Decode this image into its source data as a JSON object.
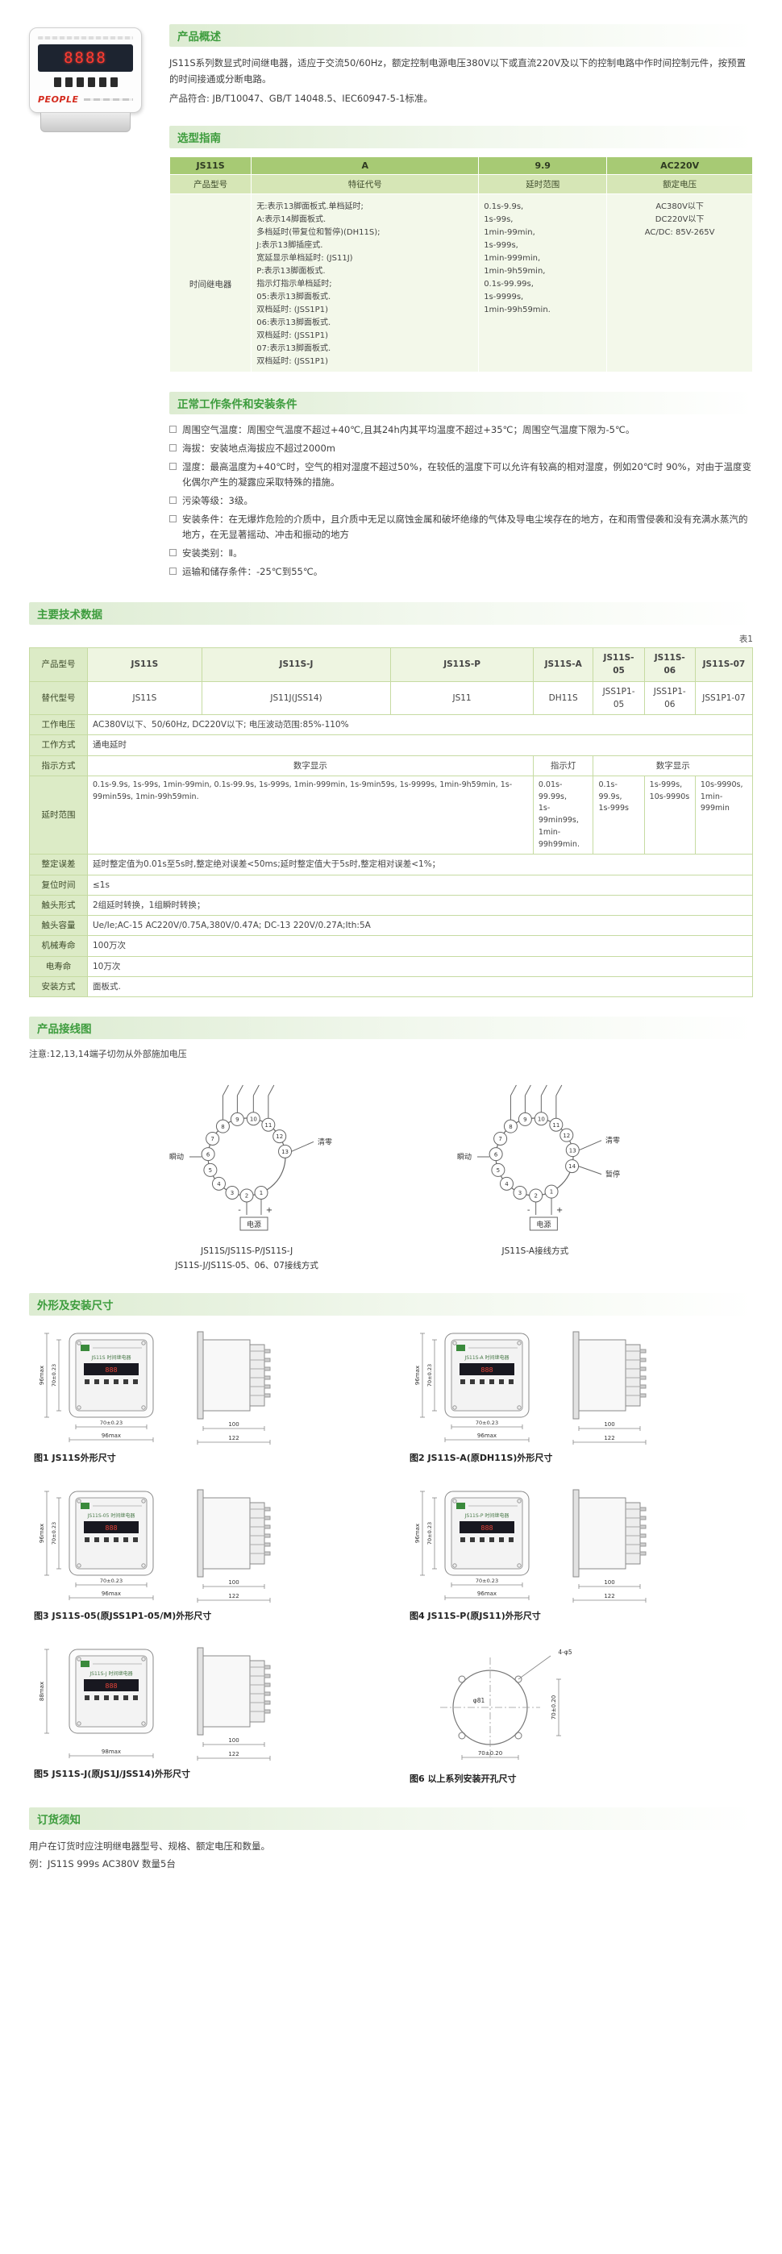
{
  "photo": {
    "brand": "PEOPLE",
    "display": "8888"
  },
  "overview": {
    "heading": "产品概述",
    "paragraph": "JS11S系列数显式时间继电器，适应于交流50/60Hz，额定控制电源电压380V以下或直流220V及以下的控制电路中作时间控制元件，按预置的时间接通或分断电路。",
    "paragraph2": "产品符合: JB/T10047、GB/T 14048.5、IEC60947-5-1标准。"
  },
  "selection": {
    "heading": "选型指南",
    "code_row": [
      "JS11S",
      "A",
      "9.9",
      "AC220V"
    ],
    "label_row": [
      "产品型号",
      "特征代号",
      "延时范围",
      "额定电压"
    ],
    "body": {
      "product": "时间继电器",
      "feature_code": "无:表示13脚面板式.单档延时;\nA:表示14脚面板式.\n多档延时(带复位和暂停)(DH11S);\nJ:表示13脚插座式.\n宽延显示单档延时: (JS11J)\nP:表示13脚面板式.\n指示灯指示单档延时;\n05:表示13脚面板式.\n双档延时: (JSS1P1)\n06:表示13脚面板式.\n双档延时: (JSS1P1)\n07:表示13脚面板式.\n双档延时: (JSS1P1)",
      "delay_range": "0.1s-9.9s,\n1s-99s,\n1min-99min,\n1s-999s,\n1min-999min,\n1min-9h59min,\n0.1s-99.99s,\n1s-9999s,\n1min-99h59min.",
      "rated_voltage": "AC380V以下\nDC220V以下\nAC/DC: 85V-265V"
    }
  },
  "conditions": {
    "heading": "正常工作条件和安装条件",
    "items": [
      "周围空气温度：周围空气温度不超过+40℃,且其24h内其平均温度不超过+35℃；周围空气温度下限为-5℃。",
      "海拔：安装地点海拔应不超过2000m",
      "湿度：最高温度为+40℃时，空气的相对湿度不超过50%，在较低的温度下可以允许有较高的相对湿度，例如20℃时 90%，对由于温度变化偶尔产生的凝露应采取特殊的措施。",
      "污染等级：3级。",
      "安装条件：在无爆炸危险的介质中，且介质中无足以腐蚀金属和破坏绝缘的气体及导电尘埃存在的地方，在和雨雪侵袭和没有充满水蒸汽的地方，在无显著摇动、冲击和振动的地方",
      "安装类别：Ⅱ。",
      "运输和储存条件：-25℃到55℃。"
    ]
  },
  "tech": {
    "heading": "主要技术数据",
    "table_label": "表1",
    "rows": [
      {
        "label": "产品型号",
        "cells": [
          "JS11S",
          "JS11S-J",
          "JS11S-P",
          "JS11S-A",
          "JS11S-05",
          "JS11S-06",
          "JS11S-07"
        ]
      },
      {
        "label": "替代型号",
        "cells": [
          "JS11S",
          "JS11J(JSS14)",
          "JS11",
          "DH11S",
          "JSS1P1-05",
          "JSS1P1-06",
          "JSS1P1-07"
        ]
      },
      {
        "label": "工作电压",
        "cells": [
          "AC380V以下、50/60Hz, DC220V以下; 电压波动范围:85%-110%"
        ]
      },
      {
        "label": "工作方式",
        "cells": [
          "通电延时"
        ]
      },
      {
        "label": "指示方式",
        "cells": [
          "数字显示",
          "指示灯",
          "数字显示"
        ]
      },
      {
        "label": "延时范围",
        "cells": [
          "0.1s-9.9s, 1s-99s, 1min-99min, 0.1s-99.9s, 1s-999s, 1min-999min, 1s-9min59s, 1s-9999s, 1min-9h59min, 1s-99min59s, 1min-99h59min.",
          "0.01s-99.99s,\n1s-99min99s,\n1min-\n99h99min.",
          "0.1s-99.9s,\n1s-999s",
          "1s-999s,\n10s-9990s",
          "10s-9990s,\n1min-999min"
        ]
      },
      {
        "label": "整定误差",
        "cells": [
          "延时整定值为0.01s至5s时,整定绝对误差<50ms;延时整定值大于5s时,整定相对误差<1%；"
        ]
      },
      {
        "label": "复位时间",
        "cells": [
          "≤1s"
        ]
      },
      {
        "label": "触头形式",
        "cells": [
          "2组延时转换，1组瞬时转换；"
        ]
      },
      {
        "label": "触头容量",
        "cells": [
          "Ue/Ie;AC-15  AC220V/0.75A,380V/0.47A;  DC-13  220V/0.27A;Ith:5A"
        ]
      },
      {
        "label": "机械寿命",
        "cells": [
          "100万次"
        ]
      },
      {
        "label": "电寿命",
        "cells": [
          "10万次"
        ]
      },
      {
        "label": "安装方式",
        "cells": [
          "面板式."
        ]
      }
    ]
  },
  "wiring": {
    "heading": "产品接线图",
    "note": "注意:12,13,14端子切勿从外部施加电压",
    "diagrams": [
      {
        "pin_count": 13,
        "labels": {
          "instant": "瞬动",
          "clear": "清零",
          "power": "电源",
          "minus": "-",
          "plus": "+"
        },
        "caption": "JS11S/JS11S-P/JS11S-J\nJS11S-J/JS11S-05、06、07接线方式"
      },
      {
        "pin_count": 14,
        "labels": {
          "instant": "瞬动",
          "clear": "清零",
          "pause": "暂停",
          "power": "电源",
          "minus": "-",
          "plus": "+"
        },
        "caption": "JS11S-A接线方式"
      }
    ]
  },
  "dimensions": {
    "heading": "外形及安装尺寸",
    "figures": [
      {
        "type": "device",
        "caption": "图1  JS11S外形尺寸",
        "face": "JS11S 时间继电器",
        "digits": "888",
        "front_h": "96max",
        "front_h_inner": "70±0.23",
        "front_w_inner": "70±0.23",
        "front_w": "96max",
        "side_d1": "100",
        "side_d2": "122"
      },
      {
        "type": "device",
        "caption": "图2  JS11S-A(原DH11S)外形尺寸",
        "face": "JS11S-A 时间继电器",
        "digits": "888",
        "front_h": "96max",
        "front_h_inner": "70±0.23",
        "front_w_inner": "70±0.23",
        "front_w": "96max",
        "side_d1": "100",
        "side_d2": "122"
      },
      {
        "type": "device",
        "caption": "图3  JS11S-05(原JSS1P1-05/M)外形尺寸",
        "face": "JS11S-05 时间继电器",
        "digits": "888",
        "front_h": "96max",
        "front_h_inner": "70±0.23",
        "front_w_inner": "70±0.23",
        "front_w": "96max",
        "side_d1": "100",
        "side_d2": "122"
      },
      {
        "type": "device",
        "caption": "图4  JS11S-P(原JS11)外形尺寸",
        "face": "JS11S-P 时间继电器",
        "digits": "888",
        "front_h": "96max",
        "front_h_inner": "70±0.23",
        "front_w_inner": "70±0.23",
        "front_w": "96max",
        "side_d1": "100",
        "side_d2": "122"
      },
      {
        "type": "device",
        "caption": "图5  JS11S-J(原JS1J/JSS14)外形尺寸",
        "face": "JS11S-J 时间继电器",
        "digits": "888",
        "front_h": "88max",
        "front_h_inner": "",
        "front_w_inner": "",
        "front_w": "98max",
        "side_d1": "100",
        "side_d2": "122"
      },
      {
        "type": "drill",
        "caption": "图6  以上系列安装开孔尺寸",
        "holes": "4-φ5",
        "dia": "φ81",
        "dim_v": "70±0.20",
        "dim_h": "70±0.20"
      }
    ]
  },
  "ordering": {
    "heading": "订货须知",
    "line1": "用户在订货时应注明继电器型号、规格、额定电压和数量。",
    "line2": "例：JS11S  999s  AC380V  数量5台"
  }
}
